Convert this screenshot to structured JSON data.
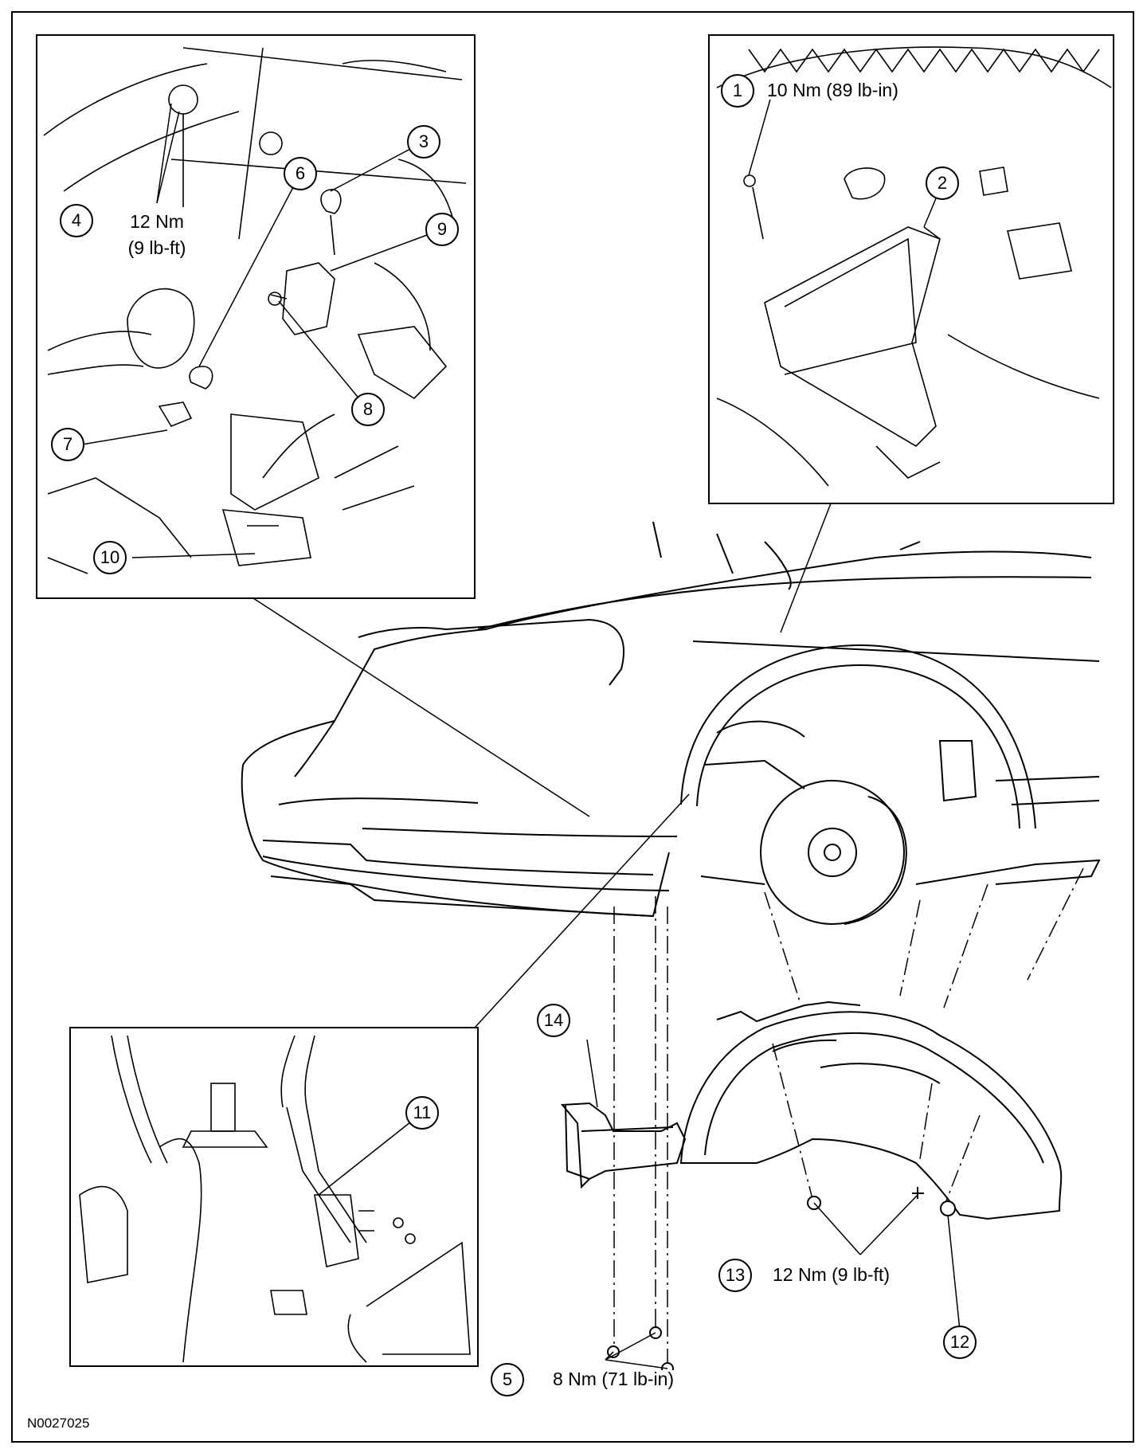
{
  "figure_id": "N0027025",
  "callouts": [
    {
      "id": "1"
    },
    {
      "id": "2"
    },
    {
      "id": "3"
    },
    {
      "id": "4"
    },
    {
      "id": "5"
    },
    {
      "id": "6"
    },
    {
      "id": "7"
    },
    {
      "id": "8"
    },
    {
      "id": "9"
    },
    {
      "id": "10"
    },
    {
      "id": "11"
    },
    {
      "id": "12"
    },
    {
      "id": "13"
    },
    {
      "id": "14"
    }
  ],
  "torques": {
    "item1": "10 Nm (89 lb-in)",
    "item4_nm": "12 Nm",
    "item4_lbft": "(9 lb-ft)",
    "item13": "12 Nm (9 lb-ft)",
    "item5": "8 Nm (71 lb-in)"
  }
}
